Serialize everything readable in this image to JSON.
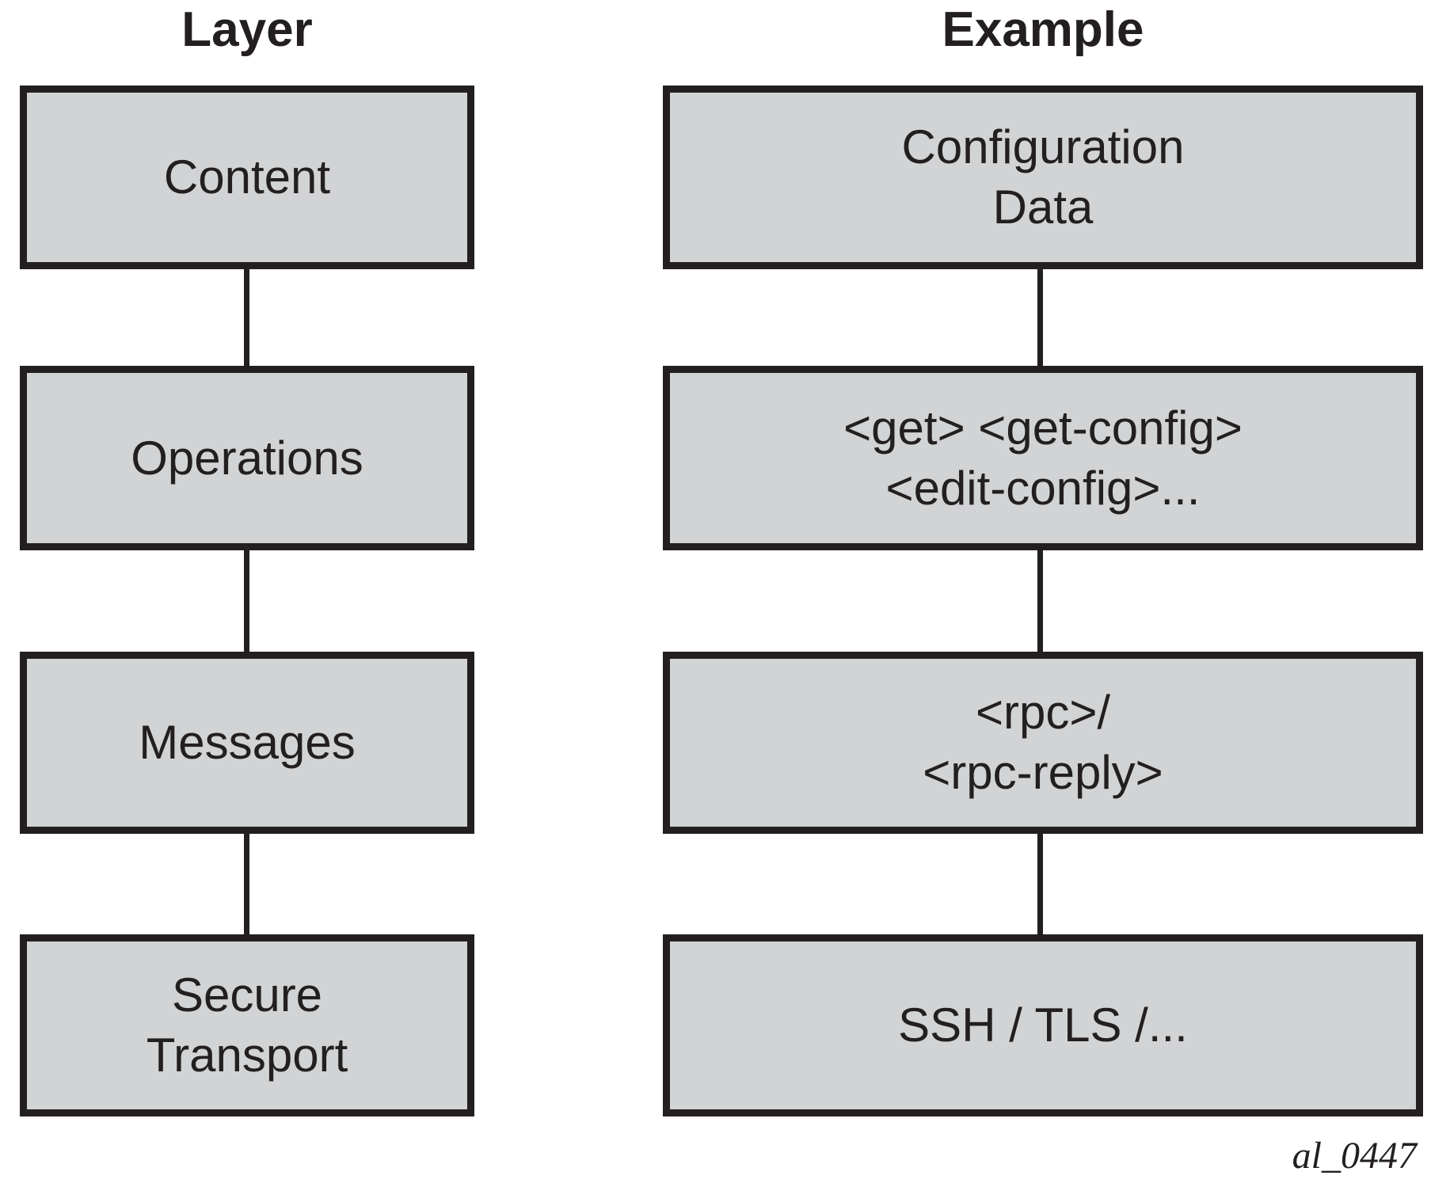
{
  "diagram": {
    "column_headers": {
      "layer": "Layer",
      "example": "Example"
    },
    "rows": [
      {
        "layer_lines": [
          "Content"
        ],
        "example_lines": [
          "Configuration",
          "Data"
        ]
      },
      {
        "layer_lines": [
          "Operations"
        ],
        "example_lines": [
          "<get> <get-config>",
          "<edit-config>..."
        ]
      },
      {
        "layer_lines": [
          "Messages"
        ],
        "example_lines": [
          "<rpc>/",
          "<rpc-reply>"
        ]
      },
      {
        "layer_lines": [
          "Secure",
          "Transport"
        ],
        "example_lines": [
          "SSH / TLS /..."
        ]
      }
    ],
    "caption": "al_0447",
    "colors": {
      "box_fill": "#d1d3d4",
      "box_border": "#231f20",
      "text_color": "#231f20"
    }
  }
}
